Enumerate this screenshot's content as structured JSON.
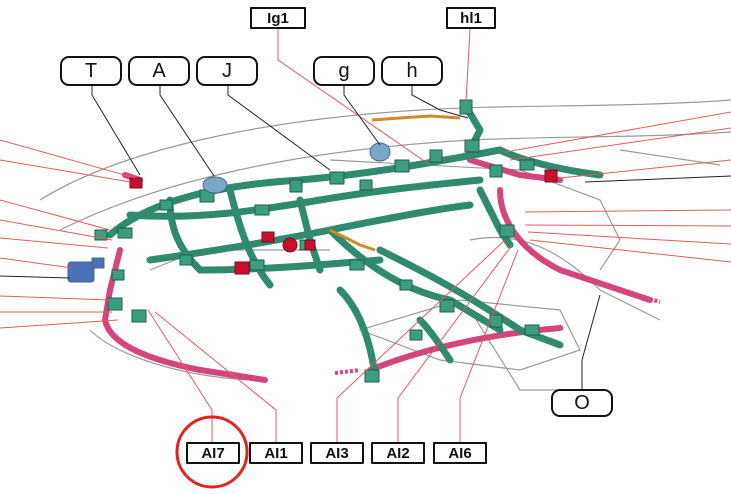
{
  "labels": {
    "top_boxed": [
      "Ig1",
      "hl1"
    ],
    "top_rounded": [
      "T",
      "A",
      "J",
      "g",
      "h"
    ],
    "bottom_boxed": [
      "AI7",
      "AI1",
      "AI3",
      "AI2",
      "AI6"
    ],
    "right_rounded": "O"
  },
  "highlight": {
    "target": "AI7",
    "color": "#e0231c"
  },
  "colors": {
    "harness_green": "#2f8a6e",
    "harness_pink": "#d4457e",
    "leader_red": "#e25b5b",
    "leader_dark": "#222222",
    "body_outline": "#9a9a9a",
    "connector_red": "#c8102e",
    "connector_blue": "#7aa7c7",
    "connector_orange": "#d08a2a"
  }
}
